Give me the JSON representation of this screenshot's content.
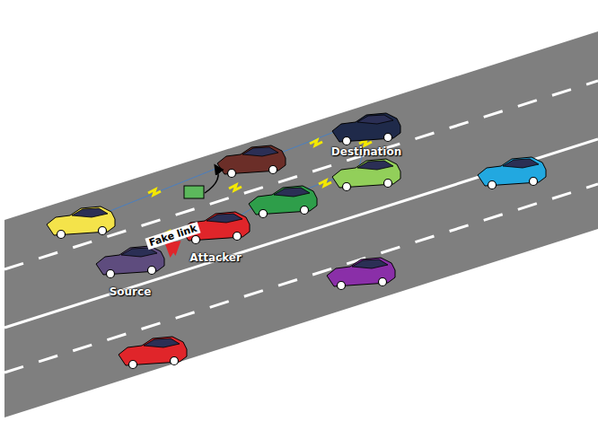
{
  "diagram": {
    "nodes": [
      {
        "text": [
          "Source"
        ]
      },
      {
        "text": [
          "Attacker"
        ]
      },
      {
        "text": [
          "Destination"
        ]
      }
    ],
    "edges": [
      {
        "from": 0,
        "to": 1,
        "arrow": "both",
        "label": "Fake link"
      }
    ]
  }
}
